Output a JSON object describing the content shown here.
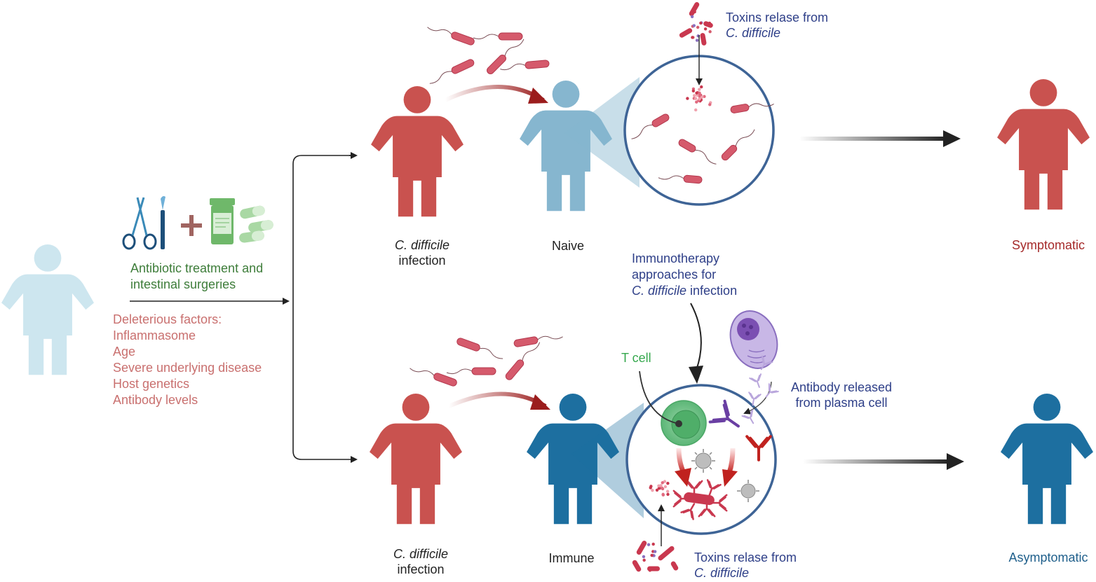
{
  "colors": {
    "red_person": "#c9524f",
    "light_person": "#cde6ef",
    "naive_person": "#86b6cf",
    "immune_person": "#1d6fa0",
    "circle_border": "#3e6496",
    "bacteria": "#d55a6c",
    "arrow_dark": "#222222",
    "arrow_red": "#9b1d1d",
    "tcell": "#6cc08a",
    "plasma_cell": "#8a6fbf"
  },
  "left": {
    "treatment_line1": "Antibiotic treatment and",
    "treatment_line2": "intestinal surgeries",
    "factors_title": "Deleterious  factors:",
    "factors": [
      "Inflammasome",
      "Age",
      "Severe underlying disease",
      "Host genetics",
      "Antibody levels"
    ],
    "plus": "+"
  },
  "top": {
    "infection_italic": "C. difficile",
    "infection_word": "infection",
    "naive_label": "Naive",
    "toxins_line1": "Toxins relase from",
    "toxins_line2": "C. difficile",
    "outcome": "Symptomatic"
  },
  "middle": {
    "immuno_line1": "Immunotherapy",
    "immuno_line2": "approaches for",
    "immuno_italic": "C. difficile",
    "immuno_word": " infection",
    "tcell_label": "T cell",
    "antibody_line1": "Antibody released",
    "antibody_line2": "from plasma cell"
  },
  "bottom": {
    "infection_italic": "C. difficile",
    "infection_word": "infection",
    "immune_label": "Immune",
    "toxins_line1": "Toxins relase from",
    "toxins_line2": "C. difficile",
    "outcome": "Asymptomatic"
  }
}
